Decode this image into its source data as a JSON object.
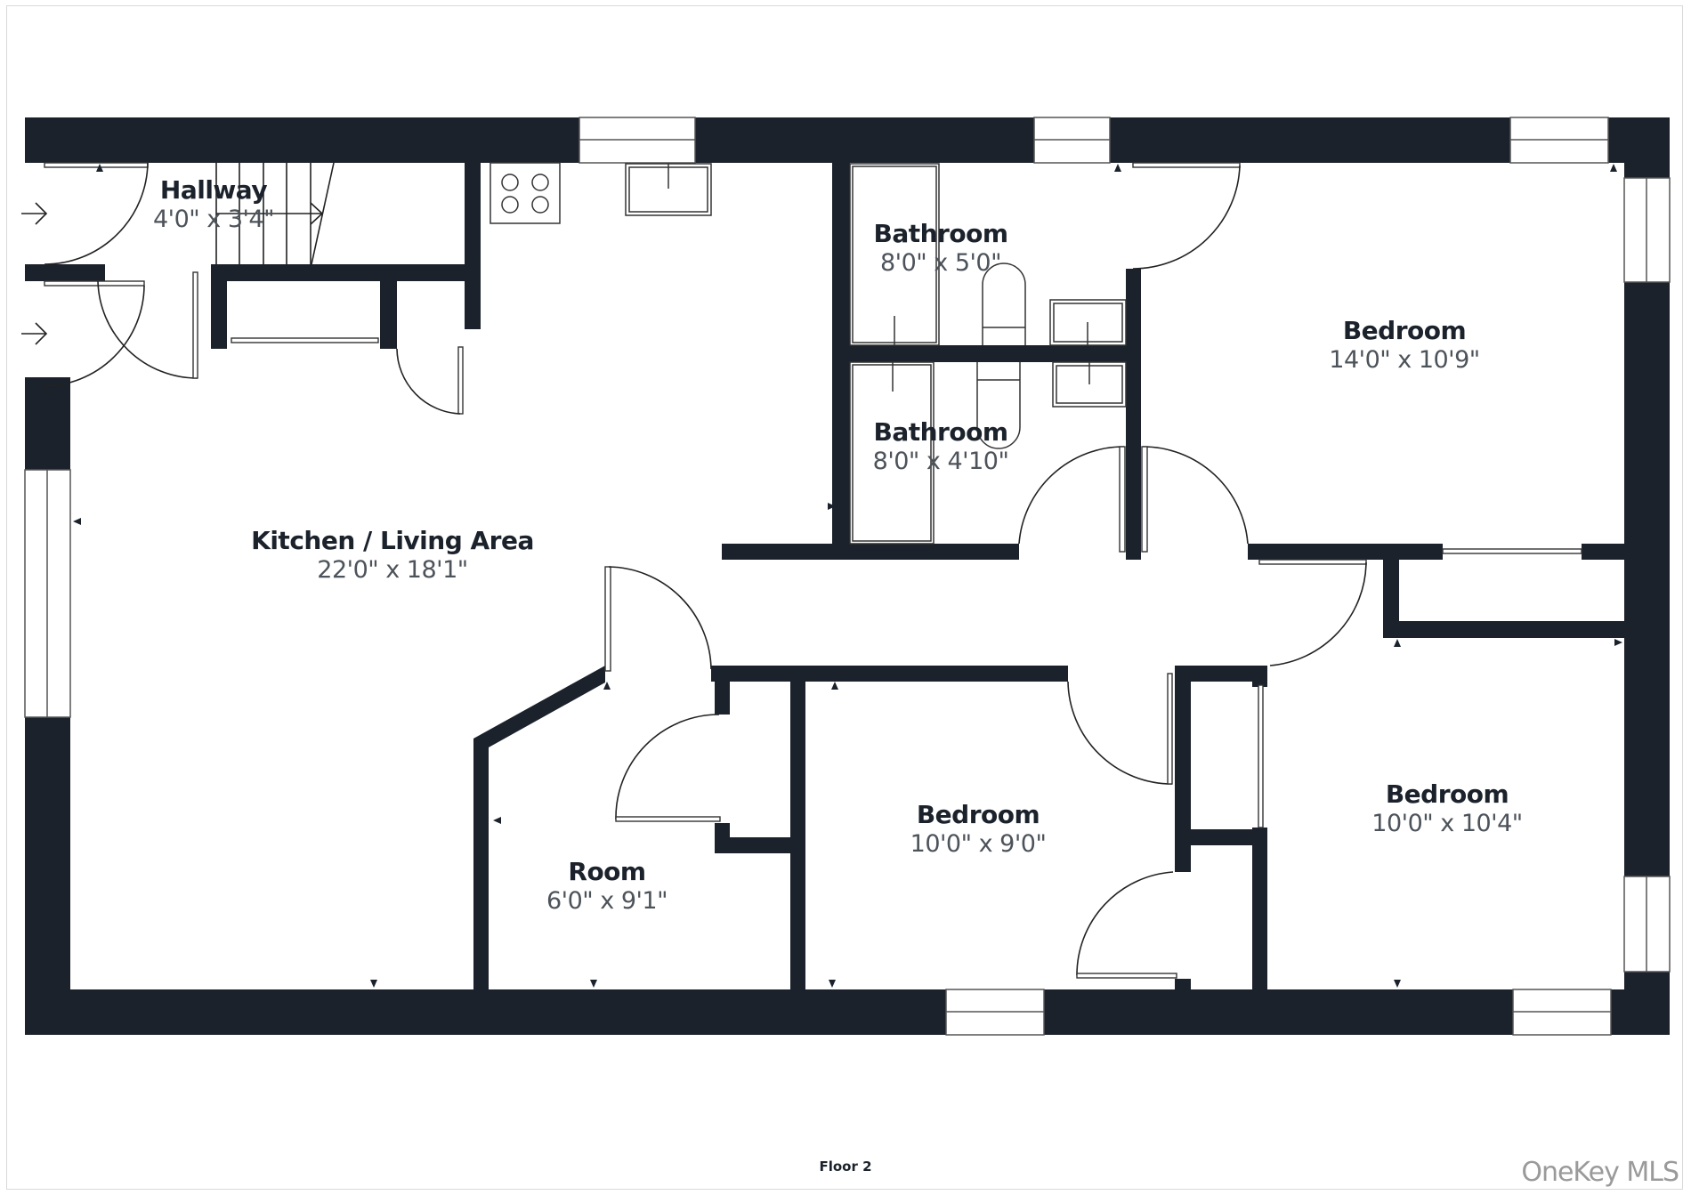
{
  "floor_label": "Floor 2",
  "watermark": "OneKey MLS",
  "colors": {
    "wall": "#1b222b",
    "room_name": "#1b222b",
    "room_dimension": "#4d535a",
    "background": "#ffffff"
  },
  "rooms": [
    {
      "name": "Hallway",
      "dimensions": "4'0\" x 3'4\""
    },
    {
      "name": "Kitchen / Living Area",
      "dimensions": "22'0\" x 18'1\""
    },
    {
      "name": "Bathroom",
      "dimensions": "8'0\" x 5'0\""
    },
    {
      "name": "Bathroom",
      "dimensions": "8'0\" x 4'10\""
    },
    {
      "name": "Bedroom",
      "dimensions": "14'0\" x 10'9\""
    },
    {
      "name": "Room",
      "dimensions": "6'0\" x 9'1\""
    },
    {
      "name": "Bedroom",
      "dimensions": "10'0\" x 9'0\""
    },
    {
      "name": "Bedroom",
      "dimensions": "10'0\" x 10'4\""
    }
  ],
  "fixtures": [
    "stove-icon",
    "kitchen-sink-icon",
    "toilet-icon",
    "bathtub-icon",
    "bathroom-sink-icon",
    "stairs-icon",
    "entry-arrow-icon"
  ]
}
